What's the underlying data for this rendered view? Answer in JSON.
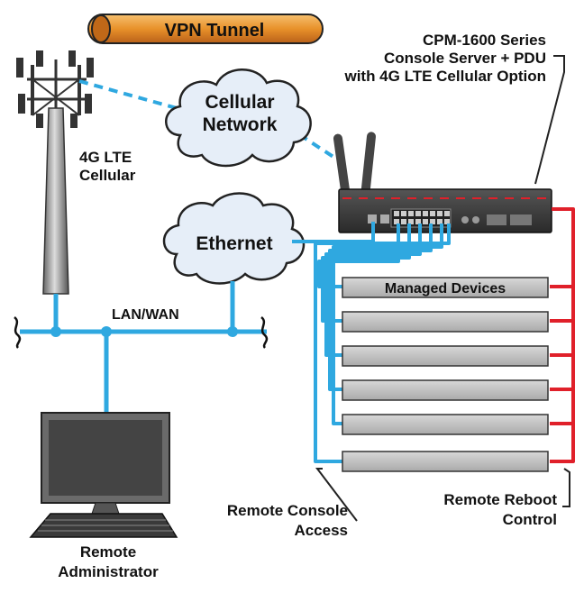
{
  "banner": {
    "label": "VPN Tunnel"
  },
  "device": {
    "line1": "CPM-1600 Series",
    "line2": "Console Server + PDU",
    "line3": "with 4G LTE Cellular Option"
  },
  "tower": {
    "line1": "4G LTE",
    "line2": "Cellular"
  },
  "cloud_cellular": {
    "line1": "Cellular",
    "line2": "Network"
  },
  "cloud_ethernet": {
    "label": "Ethernet"
  },
  "lan": {
    "label": "LAN/WAN"
  },
  "managed": {
    "label": "Managed Devices"
  },
  "admin": {
    "line1": "Remote",
    "line2": "Administrator"
  },
  "console_access": {
    "line1": "Remote Console",
    "line2": "Access"
  },
  "reboot": {
    "line1": "Remote Reboot",
    "line2": "Control"
  },
  "colors": {
    "network_blue": "#2fa8e0",
    "power_red": "#e0202a",
    "banner_orange": "#e8912a",
    "device_dark": "#3a3a3a",
    "rack_gray": "#c4c4c4"
  }
}
